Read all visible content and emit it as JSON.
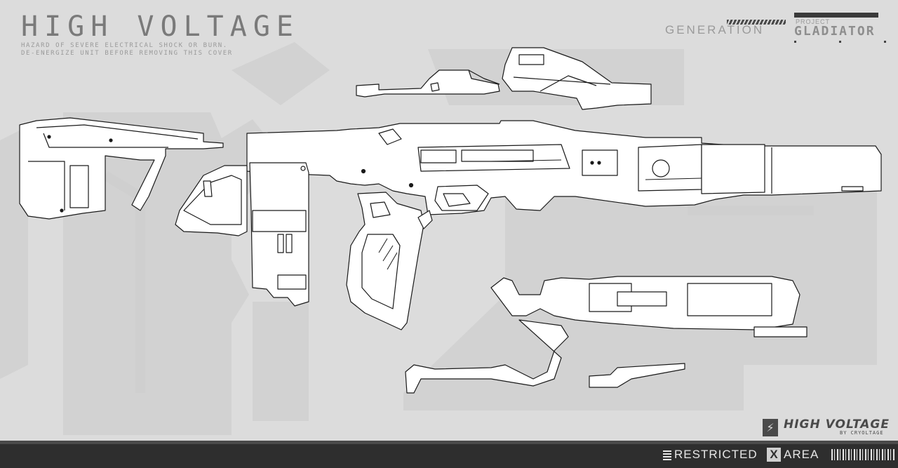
{
  "header": {
    "title": "HIGH VOLTAGE",
    "warning_line_1": "HAZARD OF SEVERE ELECTRICAL SHOCK OR BURN.",
    "warning_line_2": "DE-ENERGIZE UNIT BEFORE REMOVING THIS COVER"
  },
  "branding": {
    "generation_label": "GENERATION",
    "project_label": "PROJECT",
    "project_name": "GLADIATOR"
  },
  "logo": {
    "bolt_icon": "lightning-bolt-icon",
    "title": "HIGH VOLTAGE",
    "subtitle": "BY CRYOLTAGE"
  },
  "footer": {
    "left_text": "RESTRICTED",
    "x_mark": "X",
    "right_text": "AREA"
  },
  "colors": {
    "background": "#dcdcdc",
    "panel_shadow": "#d0d0d0",
    "line_art": "#1a1a1a",
    "part_fill": "#ffffff",
    "footer": "#2e2e2e",
    "accent_dark": "#4a4a4a"
  }
}
